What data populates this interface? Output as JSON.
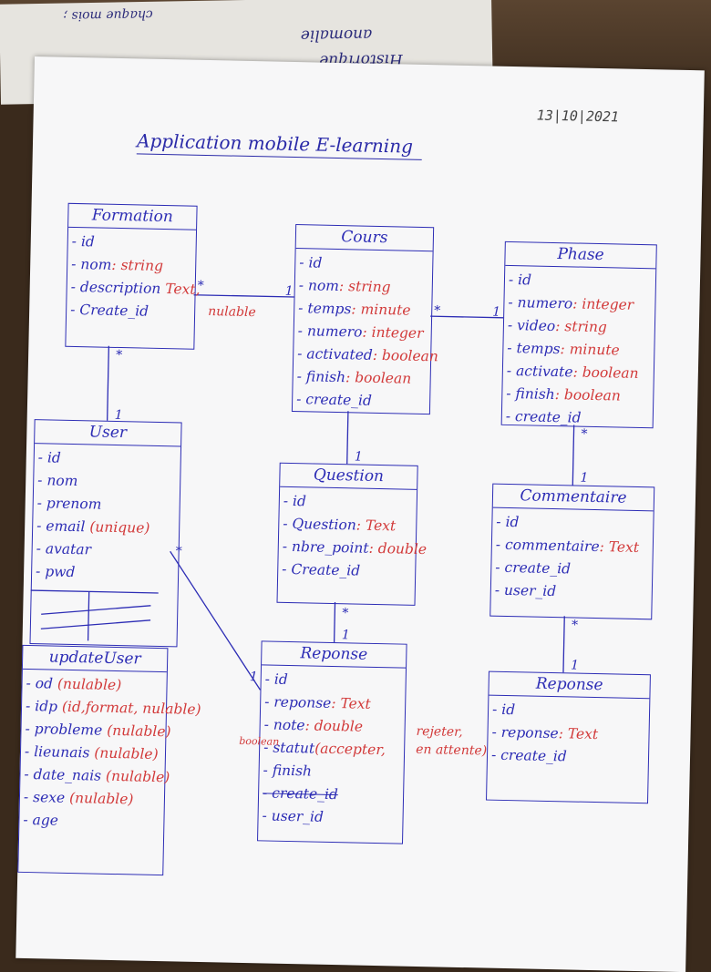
{
  "page": {
    "background_notes": [
      "anomalie",
      "Historique",
      "chaque mois ;"
    ],
    "date": "13|10|2021",
    "title": "Application mobile E-learning"
  },
  "entities": {
    "formation": {
      "name": "Formation",
      "attrs": [
        {
          "n": "- id",
          "t": ""
        },
        {
          "n": "- nom",
          "t": ": string"
        },
        {
          "n": "- description",
          "t": " Text,"
        },
        {
          "n": "- Create_id",
          "t": ""
        }
      ],
      "note": "nulable"
    },
    "cours": {
      "name": "Cours",
      "attrs": [
        {
          "n": "- id",
          "t": ""
        },
        {
          "n": "- nom",
          "t": ": string"
        },
        {
          "n": "- temps",
          "t": ": minute"
        },
        {
          "n": "- numero",
          "t": ": integer"
        },
        {
          "n": "- activated",
          "t": ": boolean"
        },
        {
          "n": "- finish",
          "t": ": boolean"
        },
        {
          "n": "- create_id",
          "t": ""
        }
      ]
    },
    "phase": {
      "name": "Phase",
      "attrs": [
        {
          "n": "- id",
          "t": ""
        },
        {
          "n": "- numero",
          "t": ": integer"
        },
        {
          "n": "- video",
          "t": ": string"
        },
        {
          "n": "- temps",
          "t": ": minute"
        },
        {
          "n": "- activate",
          "t": ": boolean"
        },
        {
          "n": "- finish",
          "t": ": boolean"
        },
        {
          "n": "- create_id",
          "t": ""
        }
      ]
    },
    "user": {
      "name": "User",
      "attrs": [
        {
          "n": "- id",
          "t": ""
        },
        {
          "n": "- nom",
          "t": ""
        },
        {
          "n": "- prenom",
          "t": ""
        },
        {
          "n": "- email",
          "t": " (unique)"
        },
        {
          "n": "- avatar",
          "t": ""
        },
        {
          "n": "- pwd",
          "t": ""
        }
      ]
    },
    "question": {
      "name": "Question",
      "attrs": [
        {
          "n": "- id",
          "t": ""
        },
        {
          "n": "- Question",
          "t": ": Text"
        },
        {
          "n": "- nbre_point",
          "t": ": double"
        },
        {
          "n": "- Create_id",
          "t": ""
        }
      ]
    },
    "commentaire": {
      "name": "Commentaire",
      "attrs": [
        {
          "n": "- id",
          "t": ""
        },
        {
          "n": "- commentaire",
          "t": ": Text"
        },
        {
          "n": "- create_id",
          "t": ""
        },
        {
          "n": "- user_id",
          "t": ""
        }
      ]
    },
    "updateuser": {
      "name": "updateUser",
      "attrs": [
        {
          "n": "- od",
          "t": " (nulable)"
        },
        {
          "n": "- idp",
          "t": " (id,format, nulable)"
        },
        {
          "n": "- probleme",
          "t": " (nulable)"
        },
        {
          "n": "- lieunais",
          "t": " (nulable)"
        },
        {
          "n": "- date_nais",
          "t": " (nulable)"
        },
        {
          "n": "- sexe",
          "t": " (nulable)"
        },
        {
          "n": "- age",
          "t": ""
        }
      ]
    },
    "reponse1": {
      "name": "Reponse",
      "attrs": [
        {
          "n": "- id",
          "t": ""
        },
        {
          "n": "- reponse",
          "t": ": Text"
        },
        {
          "n": "- note",
          "t": ": double"
        },
        {
          "n": "- statut",
          "t": "(accepter,"
        },
        {
          "n": "- finish",
          "t": ""
        },
        {
          "n": "- create_id",
          "t": ""
        },
        {
          "n": "- user_id",
          "t": ""
        }
      ],
      "notes": [
        "rejeter,",
        "en attente)",
        "boolean"
      ]
    },
    "reponse2": {
      "name": "Reponse",
      "attrs": [
        {
          "n": "- id",
          "t": ""
        },
        {
          "n": "- reponse",
          "t": ": Text"
        },
        {
          "n": "- create_id",
          "t": ""
        }
      ]
    }
  },
  "cardinalities": {
    "one": "1",
    "many": "*"
  }
}
